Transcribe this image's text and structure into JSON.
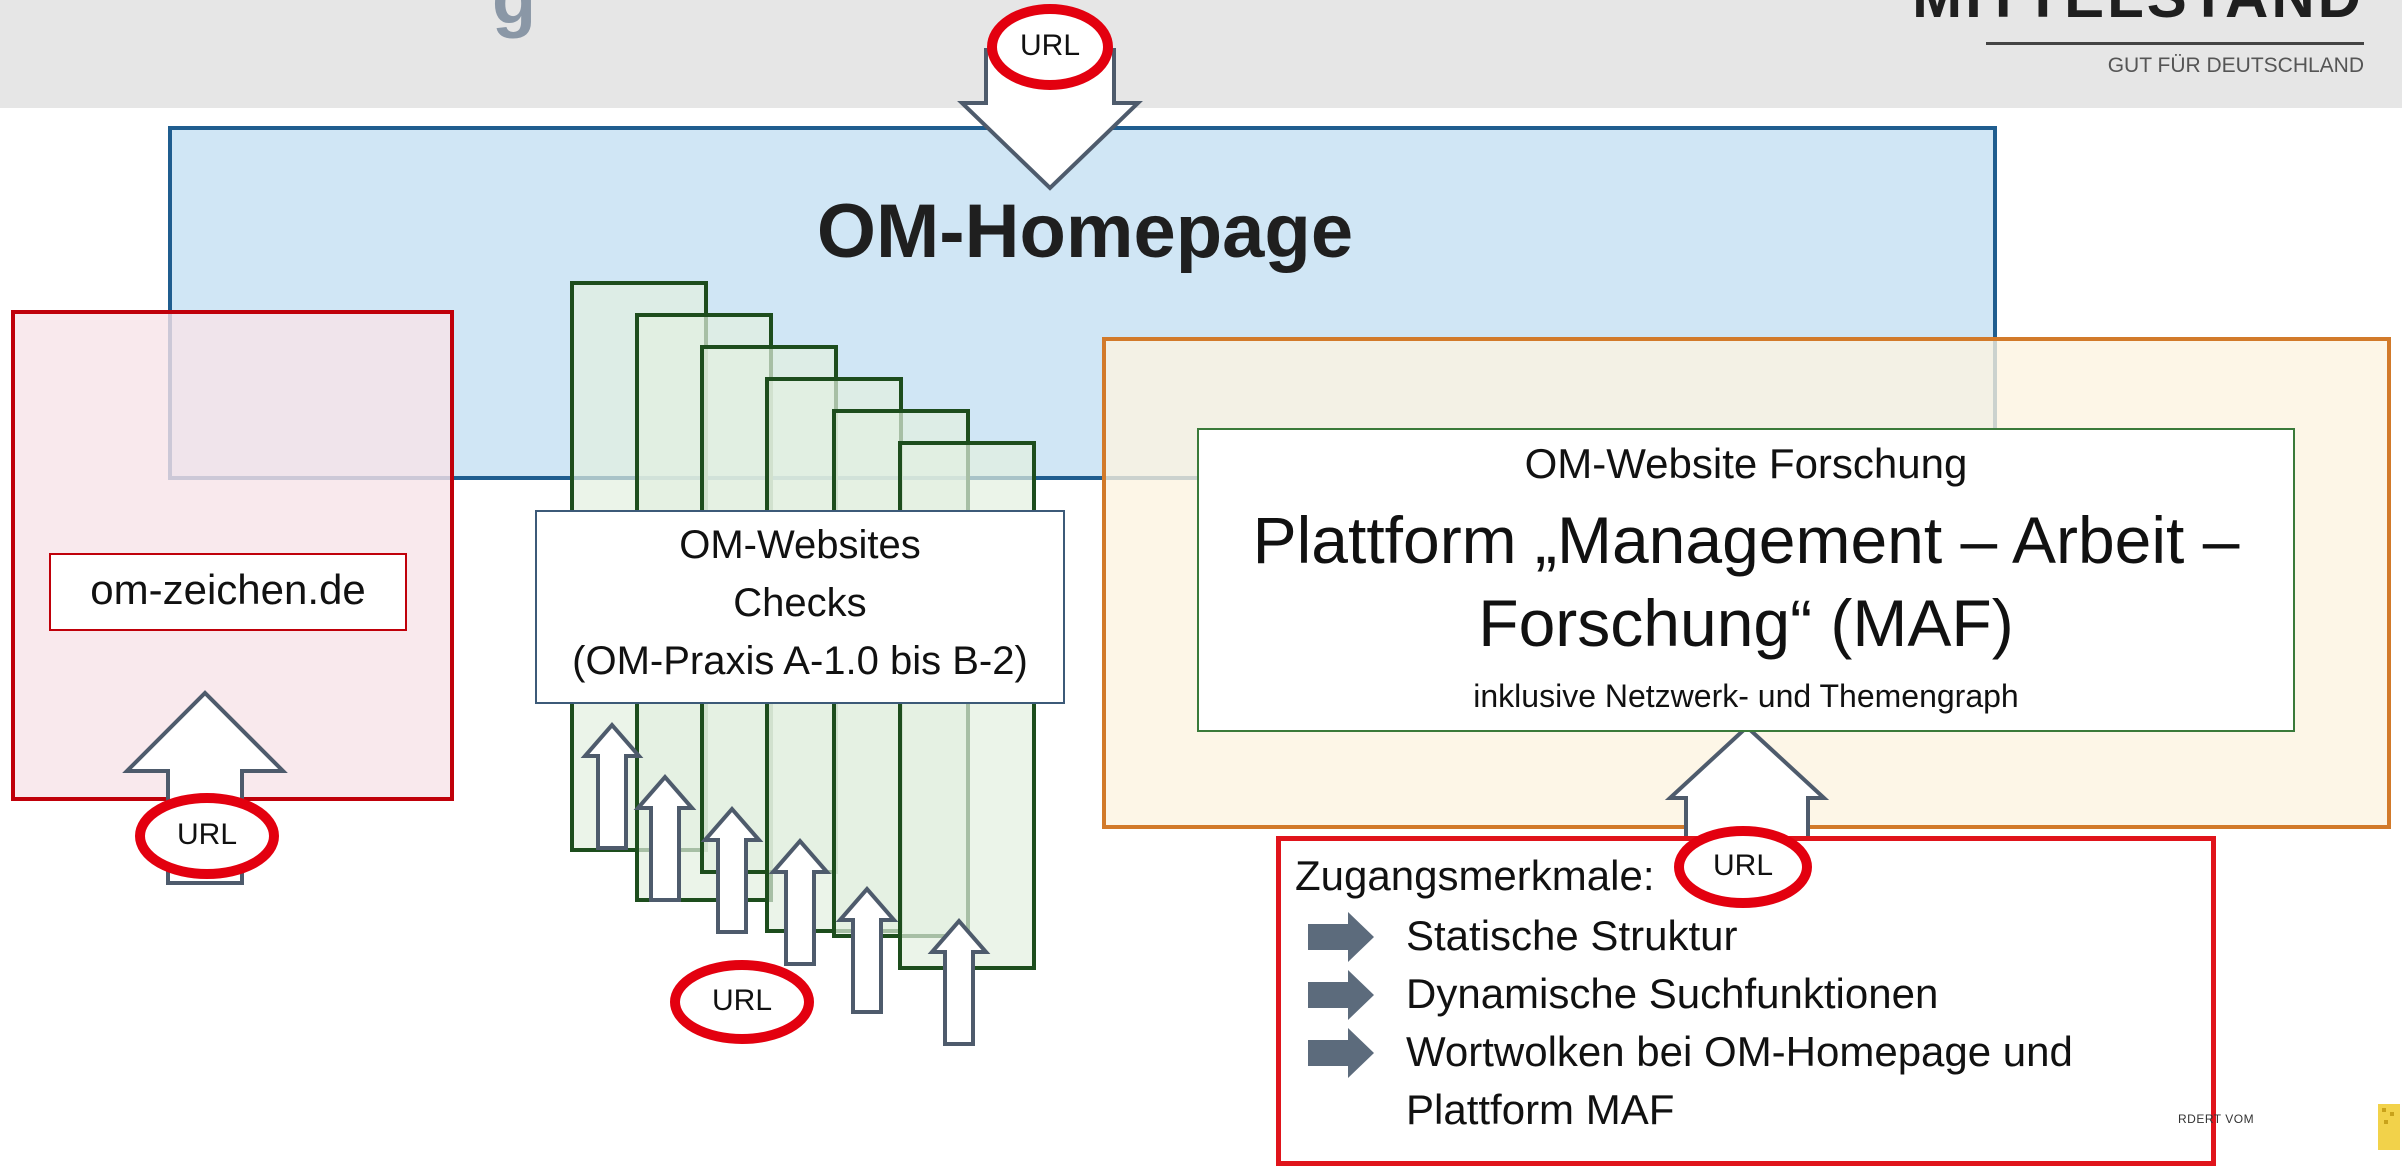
{
  "header": {
    "brand_title": "MITTELSTAND",
    "brand_tagline": "GUT FÜR DEUTSCHLAND",
    "title_fragment": "g"
  },
  "url_label": "URL",
  "homepage": {
    "title": "OM-Homepage"
  },
  "om_zeichen": {
    "label": "om-zeichen.de"
  },
  "checks": {
    "lines": [
      "OM-Websites",
      "Checks",
      "(OM-Praxis A-1.0 bis B-2)"
    ]
  },
  "maf": {
    "heading": "OM-Website Forschung",
    "title_lines": [
      "Plattform „Management – Arbeit –",
      "Forschung“ (MAF)"
    ],
    "subtitle": "inklusive Netzwerk- und Themengraph"
  },
  "access": {
    "heading": "Zugangsmerkmale:",
    "items": [
      "Statische Struktur",
      "Dynamische Suchfunktionen",
      "Wortwolken bei OM-Homepage und",
      "Plattform MAF"
    ]
  },
  "footer": {
    "funding_text": "RDERT VOM"
  },
  "colors": {
    "homepage_fill": "#d0e6f5",
    "homepage_border": "#1f5d8f",
    "zeichen_fill": "#f7e6ea",
    "zeichen_border": "#c0000a",
    "checks_fill": "#e3f0e0",
    "checks_border": "#1d4d1d",
    "maf_outer_fill": "#fdf3e1",
    "maf_outer_border": "#d27a2a",
    "url_ring": "#e3000f",
    "arrow_stroke": "#4e5b6c",
    "bullet_arrow": "#5c6b7c"
  },
  "icons": {
    "url_arrow": "block-arrow-icon",
    "bullet": "chevron-arrow-icon"
  }
}
